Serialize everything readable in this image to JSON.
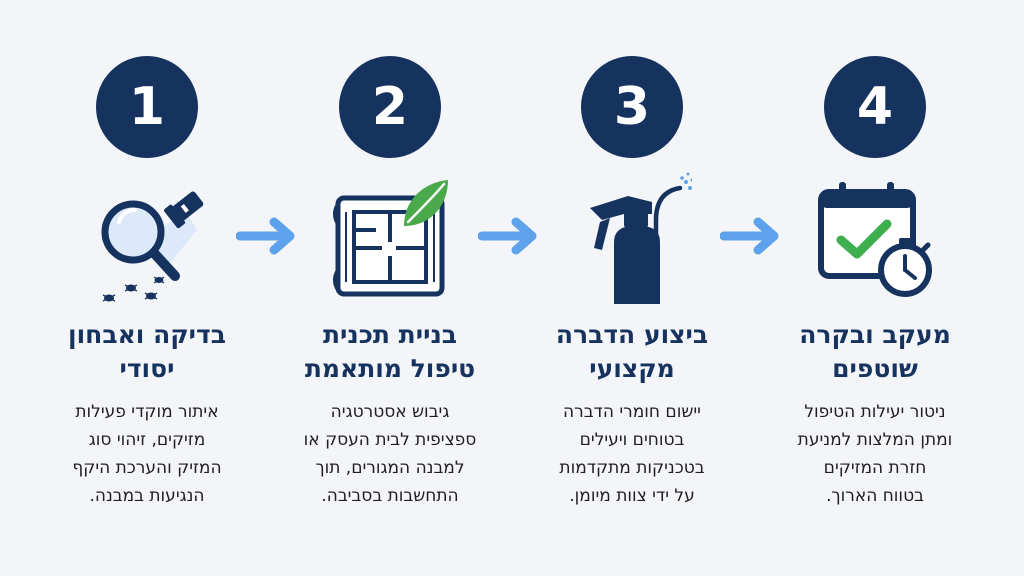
{
  "steps": [
    {
      "number": "1",
      "title": [
        "בדיקה ואבחון",
        "יסודי"
      ],
      "description": [
        "איתור מוקדי פעילות",
        "מזיקים, זיהוי סוג",
        "המזיק והערכת היקף",
        "הנגיעות במבנה."
      ],
      "icon": "magnifier-flashlight-bugs-icon"
    },
    {
      "number": "2",
      "title": [
        "בניית תכנית",
        "טיפול מותאמת"
      ],
      "description": [
        "גיבוש אסטרטגיה",
        "ספציפית לבית העסק או",
        "למבנה המגורים, תוך",
        "התחשבות בסביבה."
      ],
      "icon": "blueprint-leaf-icon"
    },
    {
      "number": "3",
      "title": [
        "ביצוע הדברה",
        "מקצועי"
      ],
      "description": [
        "יישום חומרי הדברה",
        "בטוחים ויעילים",
        "בטכניקות מתקדמות",
        "על ידי צוות מיומן."
      ],
      "icon": "sprayer-icon"
    },
    {
      "number": "4",
      "title": [
        "מעקב ובקרה",
        "שוטפים"
      ],
      "description": [
        "ניטור יעילות הטיפול",
        "ומתן המלצות למניעת",
        "חזרת המזיקים",
        "בטווח הארוך."
      ],
      "icon": "calendar-check-stopwatch-icon"
    }
  ],
  "colors": {
    "navy": "#16335f",
    "arrow_blue": "#5ea2ec",
    "light_blue": "#dbe9fb",
    "leaf_green": "#4aa94a",
    "check_green": "#3fae4f"
  }
}
